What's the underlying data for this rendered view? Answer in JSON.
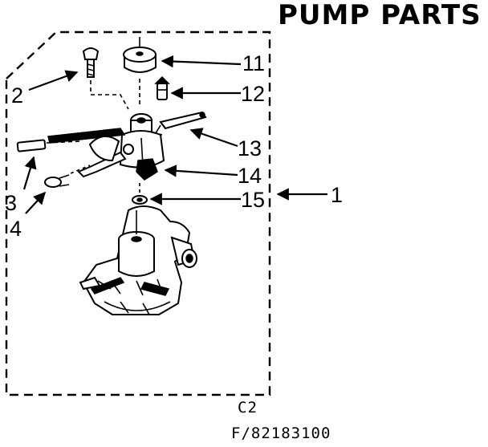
{
  "title": "PUMP PARTS",
  "callouts": {
    "c1": "1",
    "c2": "2",
    "c3": "3",
    "c4": "4",
    "c11": "11",
    "c12": "12",
    "c13": "13",
    "c14": "14",
    "c15": "15"
  },
  "footer": {
    "code": "C2",
    "part_number": "F/82183100"
  }
}
